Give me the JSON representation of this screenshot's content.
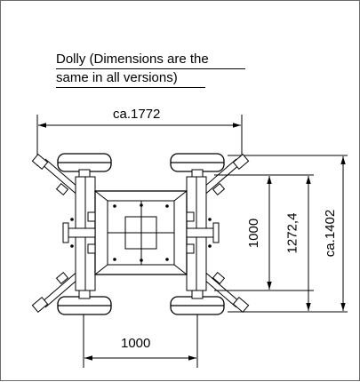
{
  "note": {
    "line1": "Dolly (Dimensions are the",
    "line2": "same in all versions)"
  },
  "dimensions": {
    "overall_width": "ca.1772",
    "overall_length": "ca.1402",
    "length_inner": "1272,4",
    "length_axle": "1000",
    "track_width": "1000"
  },
  "colors": {
    "line": "#000000",
    "frame": "#6b6b6b"
  }
}
